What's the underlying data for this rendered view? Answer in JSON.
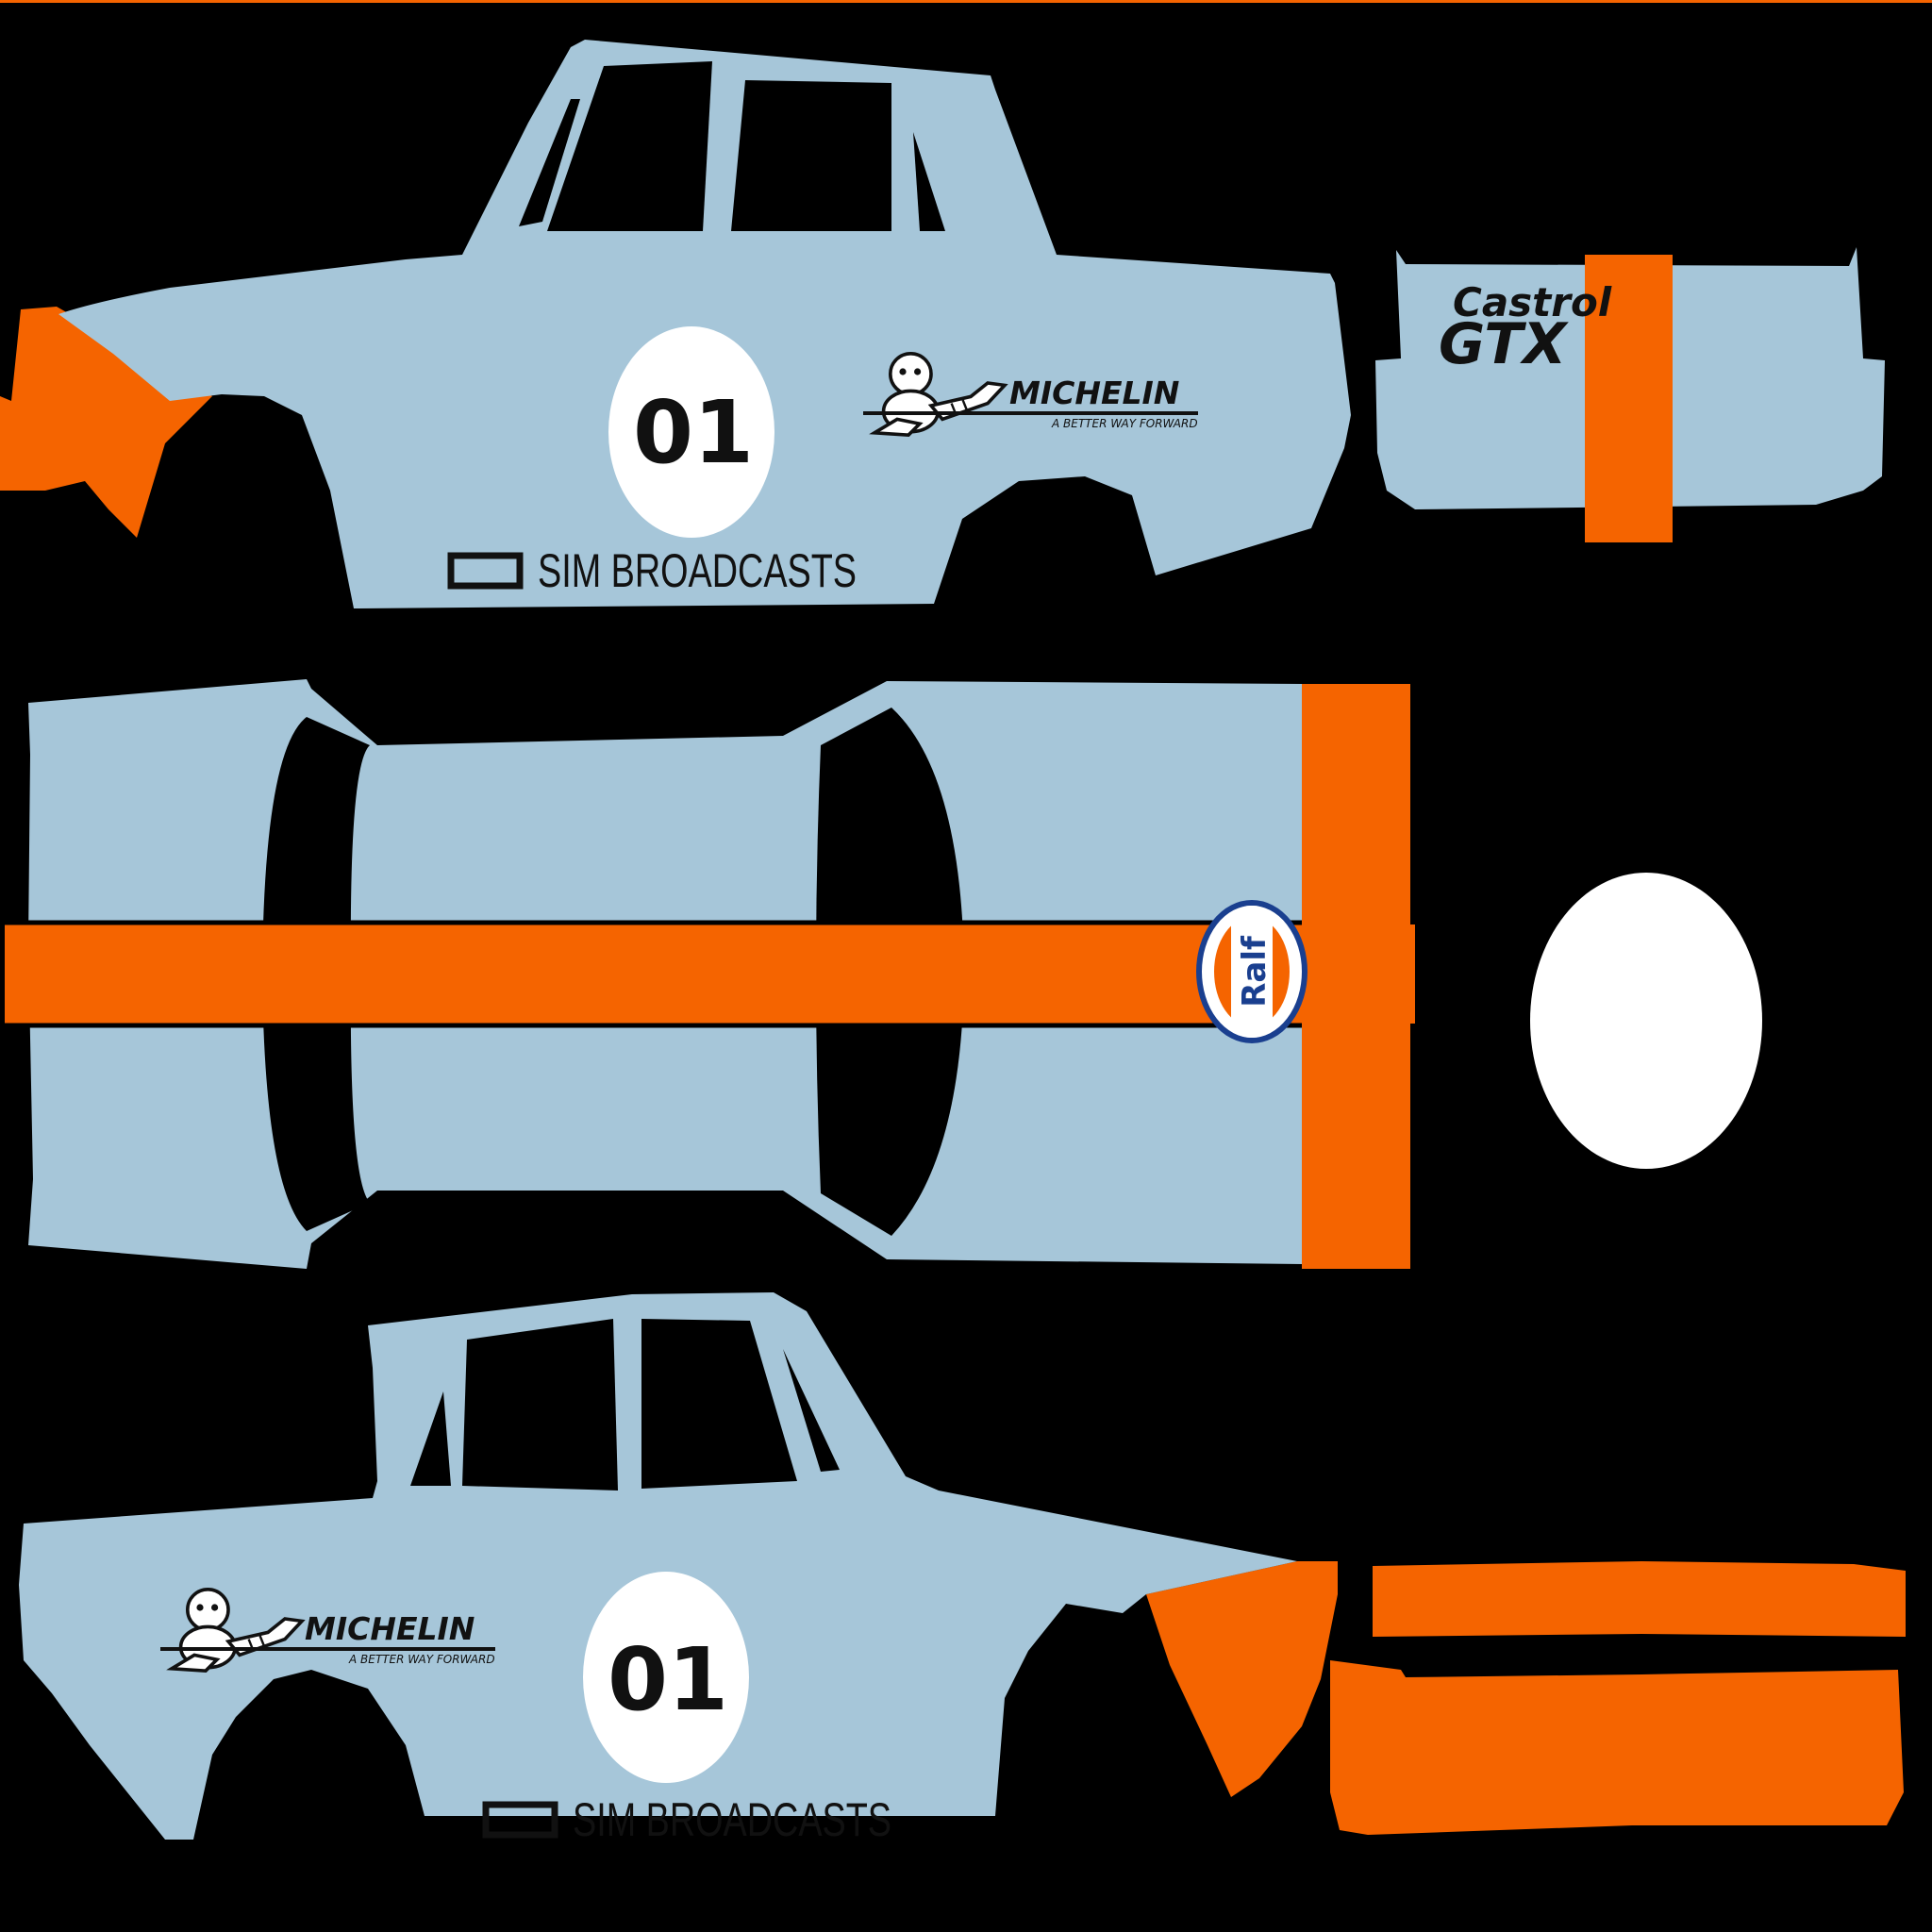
{
  "colors": {
    "background": "#000000",
    "body": "#a6c6d9",
    "accent": "#f56400",
    "roundel": "#ffffff",
    "ink": "#111111",
    "ralf_blue": "#1a3f8f"
  },
  "race_number": "01",
  "broadcast_sponsor": "SIM BROADCASTS",
  "michelin": {
    "name": "MICHELIN",
    "tagline": "A BETTER WAY FORWARD",
    "icon": "michelin-man-icon"
  },
  "castrol": {
    "line1": "Castrol",
    "line2": "GTX"
  },
  "ralf": {
    "name": "Ralf"
  }
}
